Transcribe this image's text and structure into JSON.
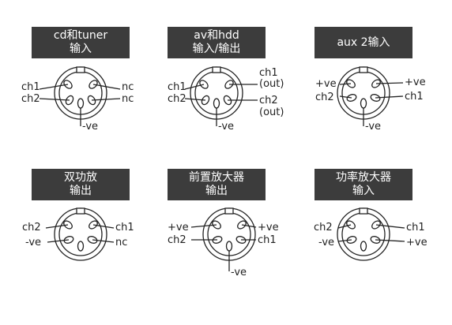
{
  "connectors": [
    {
      "id": "cd-tuner-input",
      "title_lines": [
        "cd和tuner",
        "输入"
      ],
      "labels": {
        "left_top": "ch1",
        "left_bottom": "ch2",
        "right_top": "nc",
        "right_bottom": "nc",
        "bottom": "-ve"
      }
    },
    {
      "id": "av-hdd-input-output",
      "title_lines": [
        "av和hdd",
        "输入/输出"
      ],
      "labels": {
        "left_top": "ch1",
        "left_bottom": "ch2",
        "right_top": "ch1",
        "right_top_sub": "(out)",
        "right_bottom": "ch2",
        "right_bottom_sub": "(out)",
        "bottom": "-ve"
      }
    },
    {
      "id": "aux2-input",
      "title_lines": [
        "aux 2输入"
      ],
      "labels": {
        "left_top": "+ve",
        "left_bottom": "ch2",
        "right_top": "+ve",
        "right_bottom": "ch1",
        "bottom": "-ve"
      }
    },
    {
      "id": "dual-amp-output",
      "title_lines": [
        "双功放",
        "输出"
      ],
      "labels": {
        "left_top": "ch2",
        "left_bottom": "-ve",
        "right_top": "ch1",
        "right_bottom": "nc"
      }
    },
    {
      "id": "preamp-output",
      "title_lines": [
        "前置放大器",
        "输出"
      ],
      "labels": {
        "left_top": "+ve",
        "left_bottom": "ch2",
        "right_top": "+ve",
        "right_bottom": "ch1",
        "bottom": "-ve"
      }
    },
    {
      "id": "power-amp-input",
      "title_lines": [
        "功率放大器",
        "输入"
      ],
      "labels": {
        "left_top": "ch2",
        "left_bottom": "-ve",
        "right_top": "ch1",
        "right_bottom": "+ve"
      }
    }
  ],
  "colors": {
    "header_bg": "#3c3c3c",
    "header_text": "#ffffff",
    "line": "#222222"
  }
}
